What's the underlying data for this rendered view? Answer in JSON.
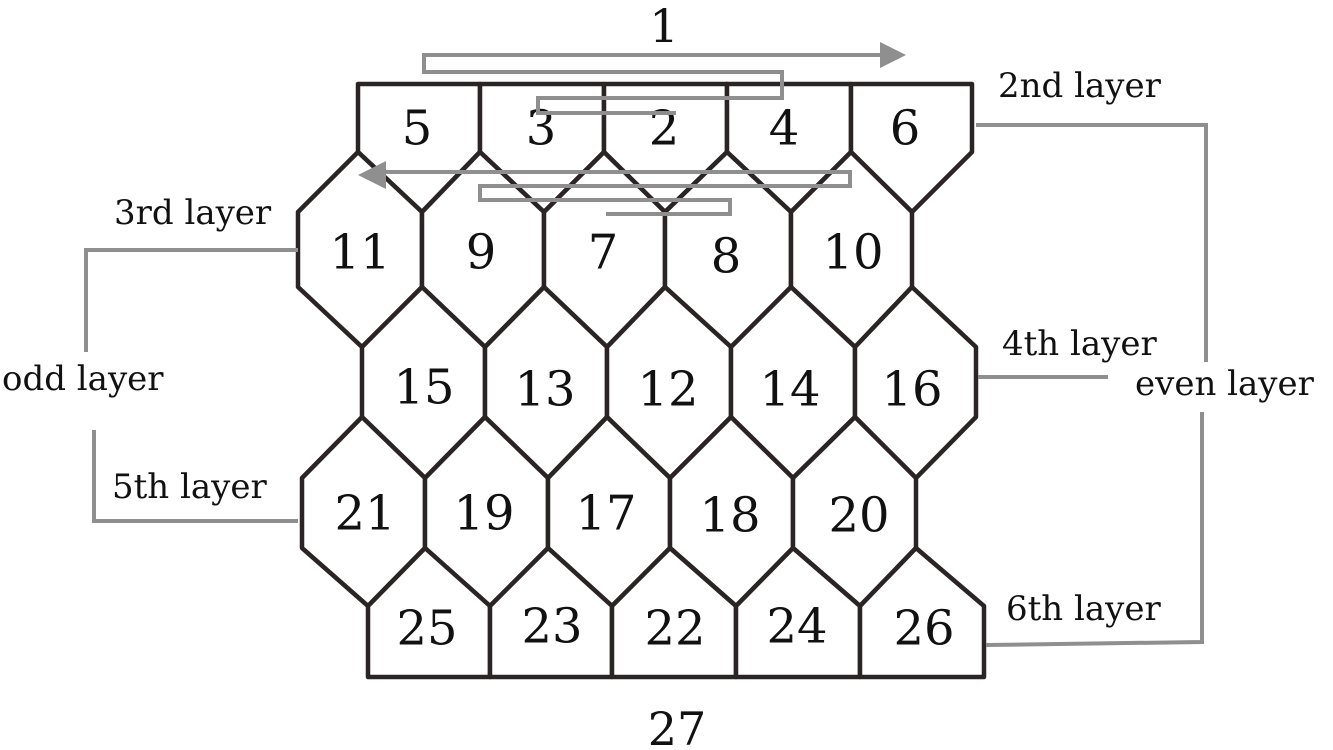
{
  "cells": {
    "row2": [
      "5",
      "3",
      "2",
      "4",
      "6"
    ],
    "row3": [
      "11",
      "9",
      "7",
      "8",
      "10"
    ],
    "row4": [
      "15",
      "13",
      "12",
      "14",
      "16"
    ],
    "row5": [
      "21",
      "19",
      "17",
      "18",
      "20"
    ],
    "row6": [
      "25",
      "23",
      "22",
      "24",
      "26"
    ]
  },
  "top_label": "1",
  "bottom_label": "27",
  "layers": {
    "second": "2nd layer",
    "third": "3rd layer",
    "fourth": "4th layer",
    "fifth": "5th layer",
    "sixth": "6th layer",
    "odd": "odd layer",
    "even": "even layer"
  },
  "colors": {
    "cell_stroke": "#2b2424",
    "arrow_gray": "#8f8f8f"
  }
}
